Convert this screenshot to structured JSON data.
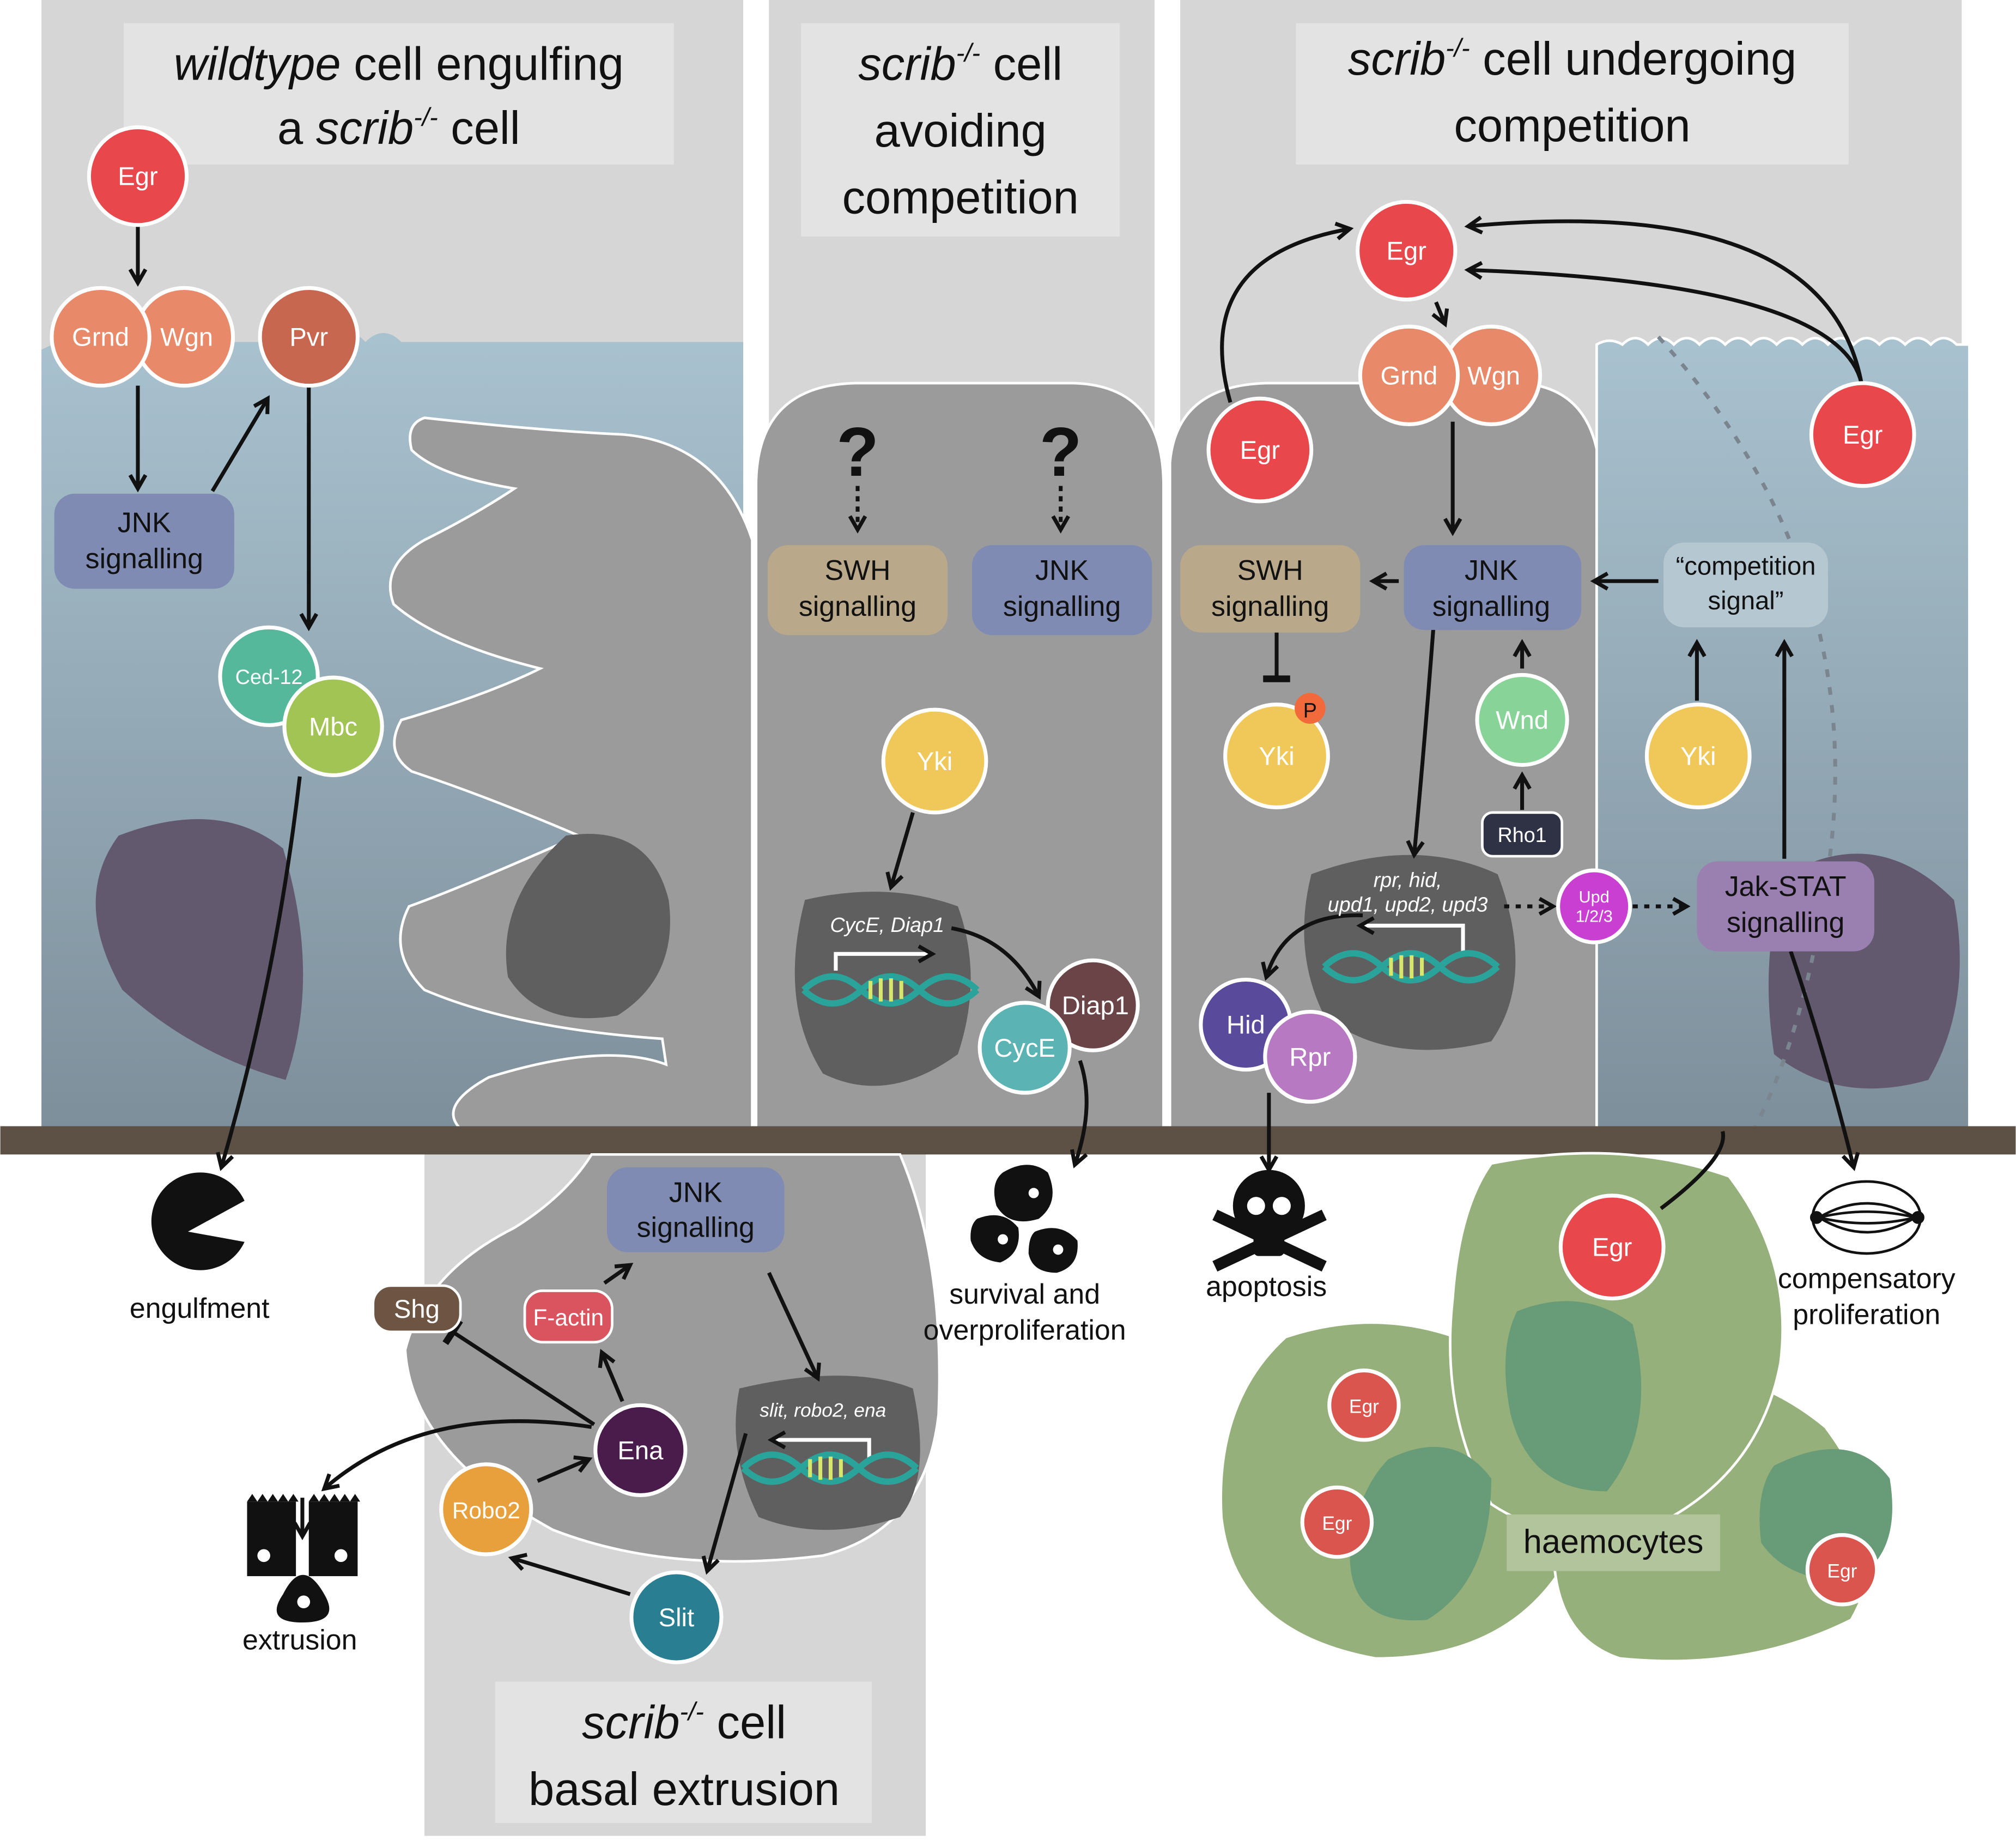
{
  "panels": {
    "engulf_title": {
      "part1": "wildtype",
      "part2": " cell engulfing",
      "part3": "a ",
      "part4": "scrib",
      "part5": "-/-",
      "part6": " cell"
    },
    "avoid_title": {
      "part1": "scrib",
      "part2": "-/-",
      "part3": " cell",
      "line2": "avoiding",
      "line3": "competition"
    },
    "compete_title": {
      "part1": "scrib",
      "part2": "-/-",
      "part3": " cell undergoing",
      "line2": "competition"
    },
    "extrusion_title": {
      "part1": "scrib",
      "part2": "-/-",
      "part3": " cell",
      "line2": "basal extrusion"
    }
  },
  "molecules": {
    "egr": "Egr",
    "grnd": "Grnd",
    "wgn": "Wgn",
    "pvr": "Pvr",
    "ced12": "Ced-12",
    "mbc": "Mbc",
    "yki": "Yki",
    "diap1": "Diap1",
    "cyce": "CycE",
    "wnd": "Wnd",
    "rho1": "Rho1",
    "upd_line1": "Upd",
    "upd_line2": "1/2/3",
    "hid": "Hid",
    "rpr": "Rpr",
    "shg": "Shg",
    "factin": "F-actin",
    "ena": "Ena",
    "robo2": "Robo2",
    "slit": "Slit",
    "phospho": "P",
    "question": "?"
  },
  "signals": {
    "jnk_line1": "JNK",
    "jnk_line2": "signalling",
    "swh_line1": "SWH",
    "swh_line2": "signalling",
    "jak_line1": "Jak-STAT",
    "jak_line2": "signalling",
    "comp_line1": "“competition",
    "comp_line2": "signal”"
  },
  "genes": {
    "cyce_diap1": "CycE, Diap1",
    "rpr_hid": "rpr, hid,",
    "upds": "upd1, upd2, upd3",
    "slit_robo_ena": "slit, robo2, ena"
  },
  "outcomes": {
    "engulfment": "engulfment",
    "survival_line1": "survival and",
    "survival_line2": "overproliferation",
    "apoptosis": "apoptosis",
    "comp_prolif_line1": "compensatory",
    "comp_prolif_line2": "proliferation",
    "extrusion": "extrusion",
    "haemocytes": "haemocytes"
  },
  "colors": {
    "egr": "#e8474c",
    "grnd_wgn": "#e88a6a",
    "pvr": "#c8674f",
    "ced12": "#55b89a",
    "mbc": "#a2c455",
    "yki": "#f0c85a",
    "diap1": "#6b4448",
    "cyce": "#5bb3b3",
    "wnd": "#88d498",
    "rho1": "#2f3244",
    "upd": "#c93fd1",
    "hid": "#5a4a9c",
    "rpr": "#b779c1",
    "shg": "#6e5442",
    "factin": "#d9545e",
    "ena": "#4a1c4c",
    "robo2": "#e8a03c",
    "slit": "#2a7e92",
    "jnk": "#7f8bb3",
    "swh": "#b9a98a",
    "jak": "#9a7fb1",
    "basement_membrane": "#5d5045",
    "haemocyte": "#96b07b",
    "nucleus": "#5a5a5a"
  }
}
